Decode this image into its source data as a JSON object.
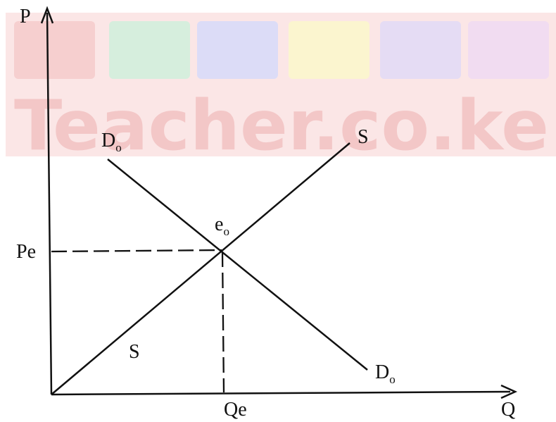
{
  "watermark": {
    "text": "Teacher.co.ke",
    "text_color": "#f3c7c7",
    "band_color": "#fbe6e6",
    "box_colors": [
      "#f6cfcf",
      "#d6eedd",
      "#dcdcf7",
      "#fbf5cf",
      "#e5dcf4",
      "#f1dcf1"
    ]
  },
  "axes": {
    "y_label": "P",
    "x_label": "Q",
    "price_label": "Pe",
    "quantity_label": "Qe"
  },
  "curves": {
    "demand": {
      "letter": "D",
      "subscript": "o"
    },
    "supply": {
      "top_label": "S",
      "lower_label": "S"
    }
  },
  "equilibrium": {
    "letter": "e",
    "subscript": "o"
  },
  "colors": {
    "ink": "#111111"
  }
}
